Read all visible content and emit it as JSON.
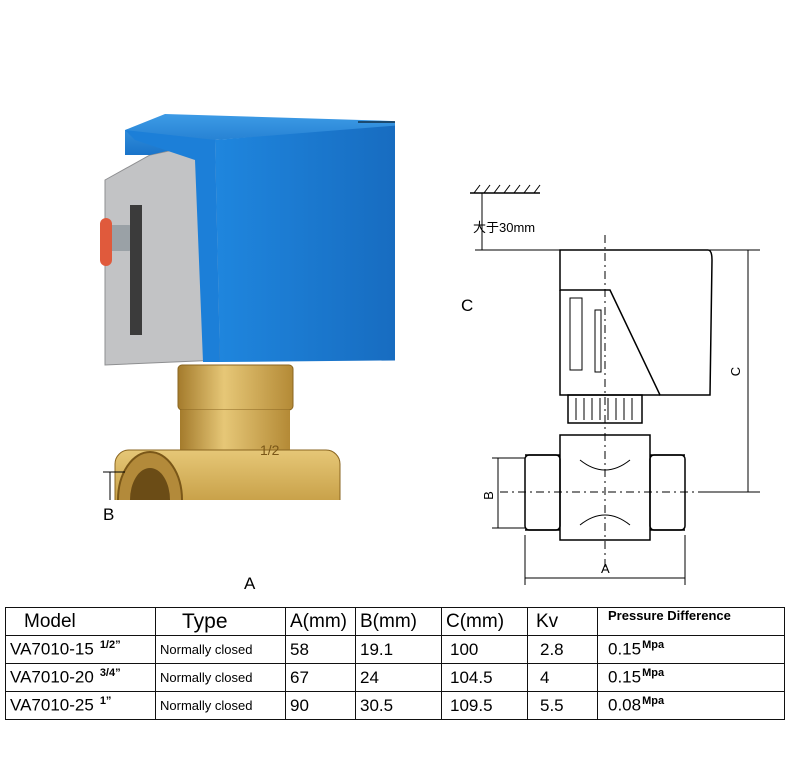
{
  "photo_labels": {
    "a": "A",
    "b": "B",
    "c": "C"
  },
  "valve_marking": "1/2",
  "drawing_labels": {
    "clearance": "大于30mm",
    "a": "A",
    "b": "B",
    "c": "C"
  },
  "table": {
    "headers": [
      "Model",
      "Type",
      "A(mm)",
      "B(mm)",
      "C(mm)",
      "Kv",
      "Pressure Difference"
    ],
    "rows": [
      {
        "model": "VA7010-15",
        "size": "1/2”",
        "type": "Normally closed",
        "a": "58",
        "b": "19.1",
        "c": "100",
        "kv": "2.8",
        "pressure": "0.15",
        "unit": "Mpa"
      },
      {
        "model": "VA7010-20",
        "size": "3/4”",
        "type": "Normally closed",
        "a": "67",
        "b": "24",
        "c": "104.5",
        "kv": "4",
        "pressure": "0.15",
        "unit": "Mpa"
      },
      {
        "model": "VA7010-25",
        "size": "1”",
        "type": "Normally closed",
        "a": "90",
        "b": "30.5",
        "c": "109.5",
        "kv": "5.5",
        "pressure": "0.08",
        "unit": "Mpa"
      }
    ]
  },
  "colors": {
    "actuator_blue": "#1a7fd4",
    "brass": "#c9a24a",
    "housing_gray": "#bfc0c2"
  }
}
